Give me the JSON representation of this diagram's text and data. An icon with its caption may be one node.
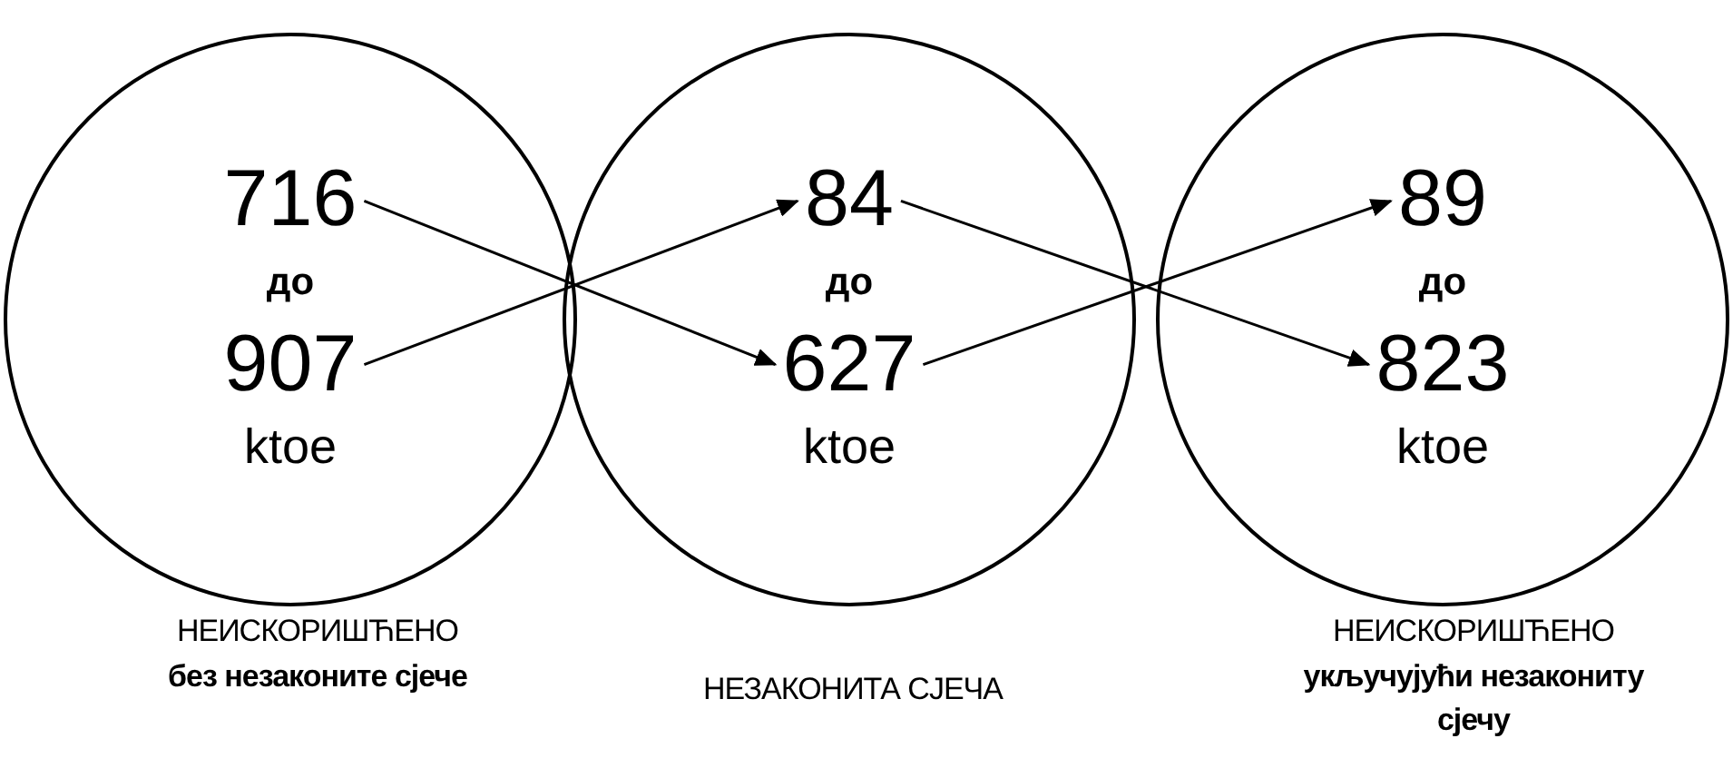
{
  "diagram": {
    "nodes": [
      {
        "text": [
          "до",
          "ktoe"
        ],
        "beside": [
          "НЕИСКОРИШЋЕНО",
          "без незаконите сјече"
        ]
      },
      {
        "text": [
          "716"
        ],
        "in": 0
      },
      {
        "text": [
          "907"
        ],
        "in": 0
      },
      {
        "text": [
          "до",
          "ktoe"
        ],
        "beside": [
          "НЕЗАКОНИТА СЈЕЧА"
        ]
      },
      {
        "text": [
          "84"
        ],
        "in": 3
      },
      {
        "text": [
          "627"
        ],
        "in": 3
      },
      {
        "text": [
          "до",
          "ktoe"
        ],
        "beside": [
          "НЕИСКОРИШЋЕНО",
          "укључујући незакониту сјечу"
        ]
      },
      {
        "text": [
          "89"
        ],
        "in": 6
      },
      {
        "text": [
          "823"
        ],
        "in": 6
      }
    ],
    "edges": [
      {
        "from": 1,
        "to": 5,
        "arrow": "to"
      },
      {
        "from": 2,
        "to": 4,
        "arrow": "to"
      },
      {
        "from": 4,
        "to": 8,
        "arrow": "to"
      },
      {
        "from": 5,
        "to": 7,
        "arrow": "to"
      }
    ]
  }
}
